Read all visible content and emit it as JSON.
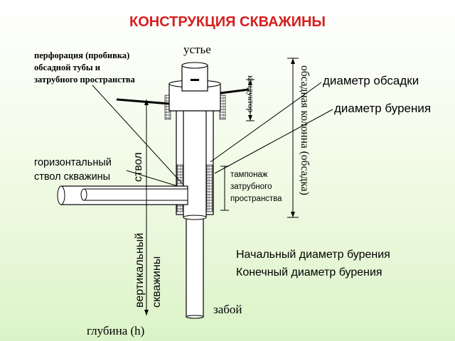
{
  "title": "КОНСТРУКЦИЯ СКВАЖИНЫ",
  "labels": {
    "ustye": "устье",
    "perforation": [
      "перфорация (пробивка)",
      "обсадной тубы и",
      "затрубного пространства"
    ],
    "casing_diameter": "диаметр обсадки",
    "drilling_diameter": "диаметр бурения",
    "horizontal_bore": [
      "горизонтальный",
      "ствол скважины"
    ],
    "cementing": [
      "тампонаж",
      "затрубного",
      "пространства"
    ],
    "conductor": "кондуктор",
    "casing_column": "обсадная колонна (обсадка)",
    "vertical_bore_1": "ствол",
    "vertical_bore_2": "вертикальный",
    "vertical_bore_3": "скважины",
    "initial_drilling_diameter": "Начальный диаметр бурения",
    "final_drilling_diameter": "Конечный диаметр бурения",
    "zaboy": "забой",
    "depth": "глубина (h)"
  },
  "colors": {
    "title": "#d42020",
    "pipe_fill": "#ffffff",
    "background_bottom": "#dcf3c8"
  }
}
